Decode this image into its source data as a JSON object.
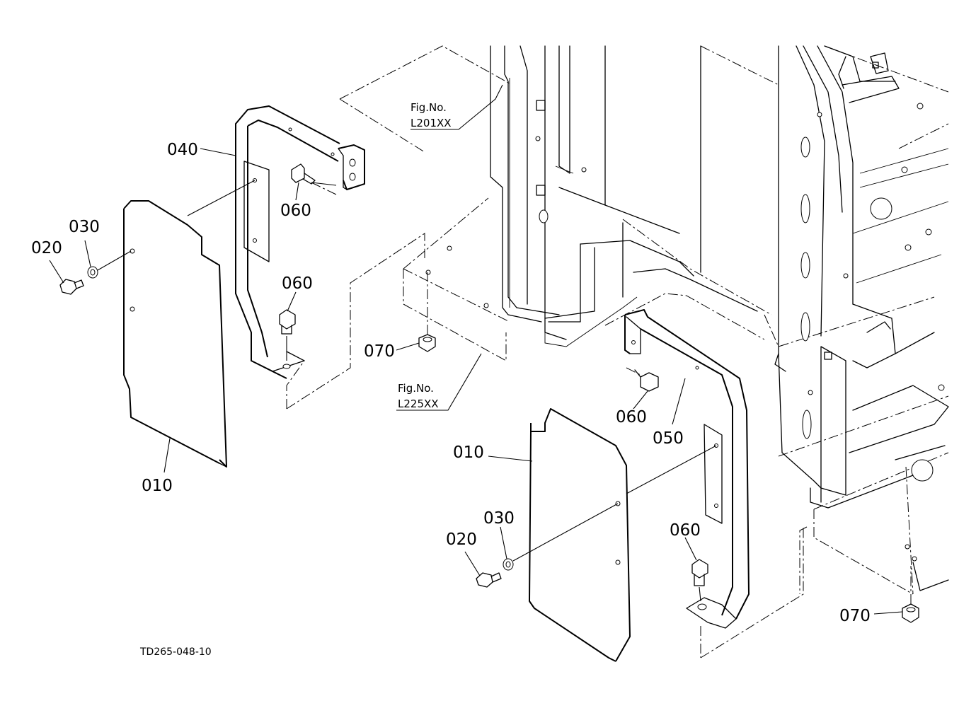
{
  "labels": {
    "l010_left": "010",
    "l020_left": "020",
    "l030_left": "030",
    "l040": "040",
    "l060_top": "060",
    "l060_mid": "060",
    "l070_mid": "070",
    "l010_right": "010",
    "l020_right": "020",
    "l030_right": "030",
    "l050": "050",
    "l060_right_mid": "060",
    "l060_right_low": "060",
    "l070_right": "070"
  },
  "figure_refs": {
    "ref1_title": "Fig.No.",
    "ref1_code": "L201XX",
    "ref2_title": "Fig.No.",
    "ref2_code": "L225XX"
  },
  "drawing_code": "TD265-048-10"
}
